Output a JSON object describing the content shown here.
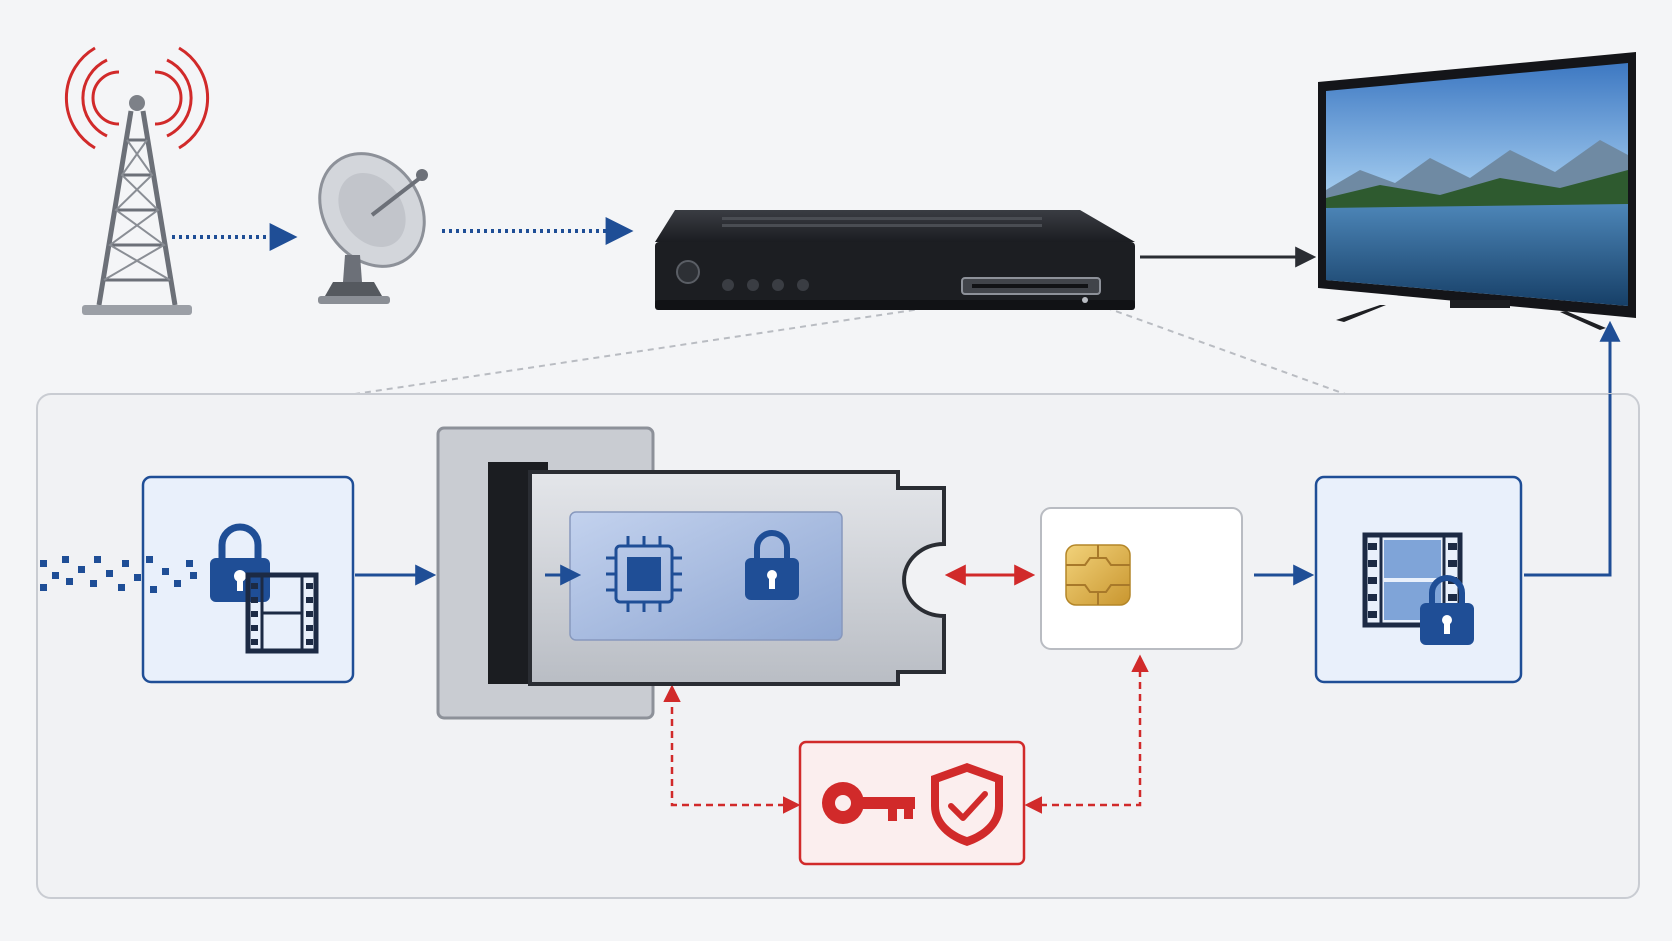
{
  "diagram": {
    "nodes": [
      {
        "id": "broadcast-tower",
        "kind": "antenna-tower-icon"
      },
      {
        "id": "satellite-dish",
        "kind": "satellite-dish-icon"
      },
      {
        "id": "set-top-box",
        "kind": "receiver-box-icon"
      },
      {
        "id": "television",
        "kind": "tv-icon"
      },
      {
        "id": "encrypted-stream",
        "kind": "lock-and-film-icon"
      },
      {
        "id": "ci-module",
        "kind": "cam-card-icon"
      },
      {
        "id": "smart-card",
        "kind": "smart-card-chip-icon"
      },
      {
        "id": "decrypted-stream",
        "kind": "film-and-lock-icon"
      },
      {
        "id": "key-security",
        "kind": "key-and-shield-icon"
      }
    ],
    "edges": [
      {
        "from": "broadcast-tower",
        "to": "satellite-dish",
        "style": "dotted-blue"
      },
      {
        "from": "satellite-dish",
        "to": "set-top-box",
        "style": "dotted-blue"
      },
      {
        "from": "set-top-box",
        "to": "television",
        "style": "solid-dark"
      },
      {
        "from": "encrypted-stream",
        "to": "ci-module",
        "style": "solid-blue"
      },
      {
        "from": "ci-module",
        "to": "smart-card",
        "style": "double-red"
      },
      {
        "from": "smart-card",
        "to": "decrypted-stream",
        "style": "solid-blue"
      },
      {
        "from": "decrypted-stream",
        "to": "television",
        "style": "solid-blue"
      },
      {
        "from": "key-security",
        "to": "ci-module",
        "style": "dashed-red"
      },
      {
        "from": "key-security",
        "to": "smart-card",
        "style": "dashed-red"
      }
    ]
  },
  "colors": {
    "blue": "#1f4e96",
    "blue_light": "#e9f0fb",
    "red": "#d12a2a",
    "dark": "#2a2d33",
    "panel_border": "#c9ccd2",
    "gold": "#e2b84a"
  }
}
